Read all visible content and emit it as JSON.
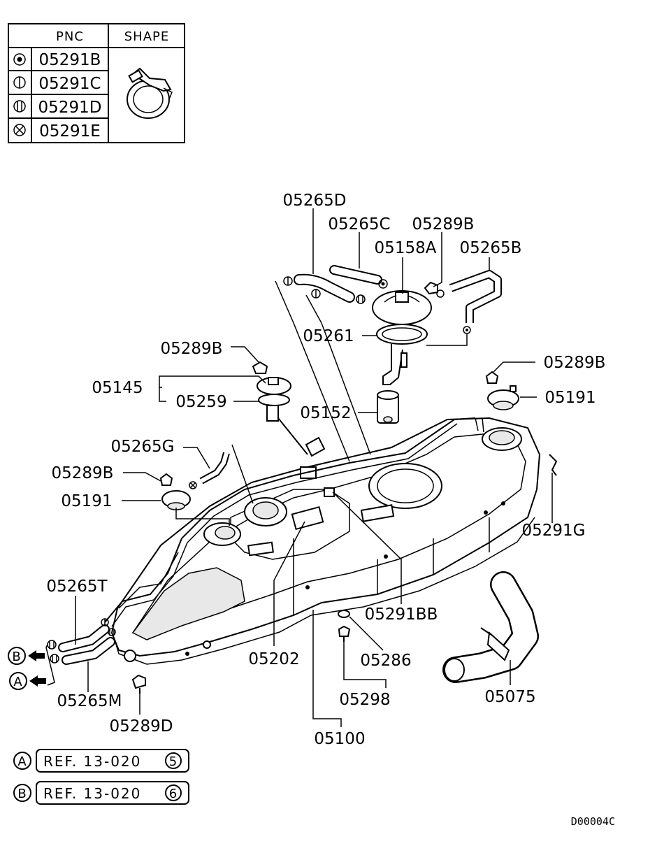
{
  "table": {
    "header_pnc": "PNC",
    "header_shape": "SHAPE",
    "rows": [
      {
        "symbol": "double-circle",
        "pnc": "05291B"
      },
      {
        "symbol": "circle-one-bar",
        "pnc": "05291C"
      },
      {
        "symbol": "circle-two-bars",
        "pnc": "05291D"
      },
      {
        "symbol": "circle-cross",
        "pnc": "05291E"
      }
    ]
  },
  "labels": {
    "p05265D": "05265D",
    "p05265C": "05265C",
    "p05289B_top": "05289B",
    "p05158A": "05158A",
    "p05265B": "05265B",
    "p05261": "05261",
    "p05289B_left": "05289B",
    "p05289B_right": "05289B",
    "p05145": "05145",
    "p05259": "05259",
    "p05191_right": "05191",
    "p05152": "05152",
    "p05265G": "05265G",
    "p05289B_mid": "05289B",
    "p05191_left": "05191",
    "p05291G": "05291G",
    "p05265T": "05265T",
    "p05291BB": "05291BB",
    "p05286": "05286",
    "p05202": "05202",
    "p05298": "05298",
    "p05075": "05075",
    "p05265M": "05265M",
    "p05289D": "05289D",
    "p05100": "05100"
  },
  "connectors": {
    "a": "A",
    "b": "B"
  },
  "refs": {
    "a_text": "REF. 13-020",
    "a_num": "5",
    "b_text": "REF. 13-020",
    "b_num": "6"
  },
  "drawing_code": "D00004C"
}
